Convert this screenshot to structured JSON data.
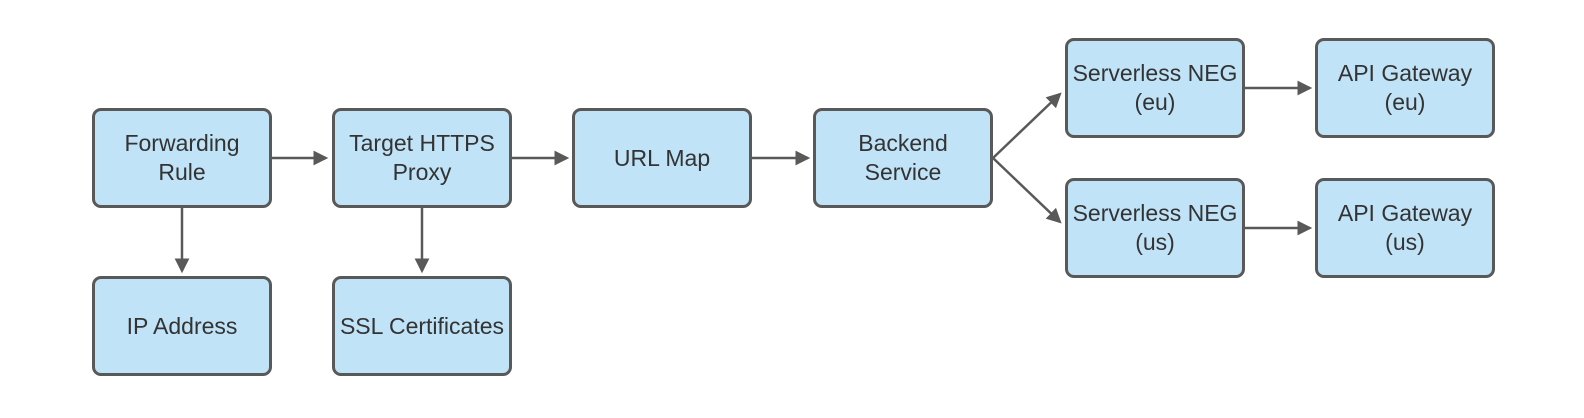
{
  "diagram": {
    "type": "flowchart",
    "nodes": [
      {
        "id": "forwarding-rule",
        "label": "Forwarding Rule"
      },
      {
        "id": "target-https-proxy",
        "label": "Target HTTPS\nProxy"
      },
      {
        "id": "url-map",
        "label": "URL Map"
      },
      {
        "id": "backend-service",
        "label": "Backend Service"
      },
      {
        "id": "serverless-neg-eu",
        "label": "Serverless NEG\n(eu)"
      },
      {
        "id": "api-gateway-eu",
        "label": "API Gateway\n(eu)"
      },
      {
        "id": "serverless-neg-us",
        "label": "Serverless NEG\n(us)"
      },
      {
        "id": "api-gateway-us",
        "label": "API Gateway\n(us)"
      },
      {
        "id": "ip-address",
        "label": "IP Address"
      },
      {
        "id": "ssl-certificates",
        "label": "SSL Certificates"
      }
    ],
    "edges": [
      {
        "from": "forwarding-rule",
        "to": "target-https-proxy"
      },
      {
        "from": "target-https-proxy",
        "to": "url-map"
      },
      {
        "from": "url-map",
        "to": "backend-service"
      },
      {
        "from": "backend-service",
        "to": "serverless-neg-eu"
      },
      {
        "from": "backend-service",
        "to": "serverless-neg-us"
      },
      {
        "from": "serverless-neg-eu",
        "to": "api-gateway-eu"
      },
      {
        "from": "serverless-neg-us",
        "to": "api-gateway-us"
      },
      {
        "from": "forwarding-rule",
        "to": "ip-address"
      },
      {
        "from": "target-https-proxy",
        "to": "ssl-certificates"
      }
    ],
    "colors": {
      "node_fill": "#c0e3f7",
      "node_border": "#595959",
      "edge": "#595959",
      "text": "#333333",
      "background": "#ffffff"
    }
  }
}
